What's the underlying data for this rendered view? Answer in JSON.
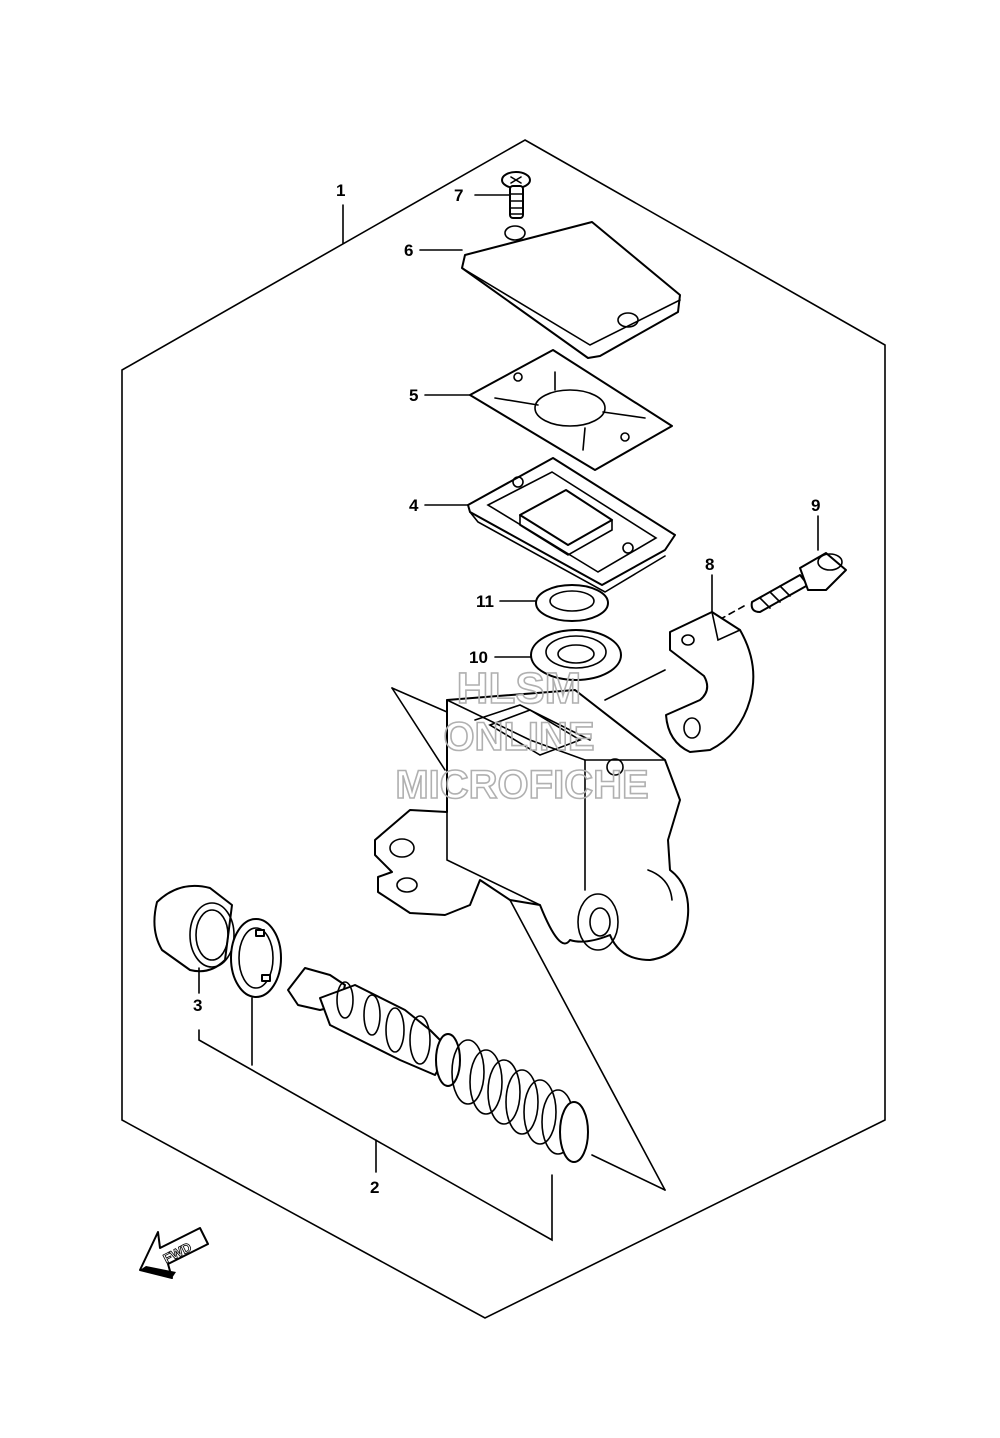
{
  "callouts": {
    "c1": "1",
    "c2": "2",
    "c3": "3",
    "c4": "4",
    "c5": "5",
    "c6": "6",
    "c7": "7",
    "c8": "8",
    "c9": "9",
    "c10": "10",
    "c11": "11"
  },
  "watermark": {
    "line1": "HLSM",
    "line2": "ONLINE",
    "line3": "MICROFICHE"
  },
  "fwd_label": "FWD"
}
